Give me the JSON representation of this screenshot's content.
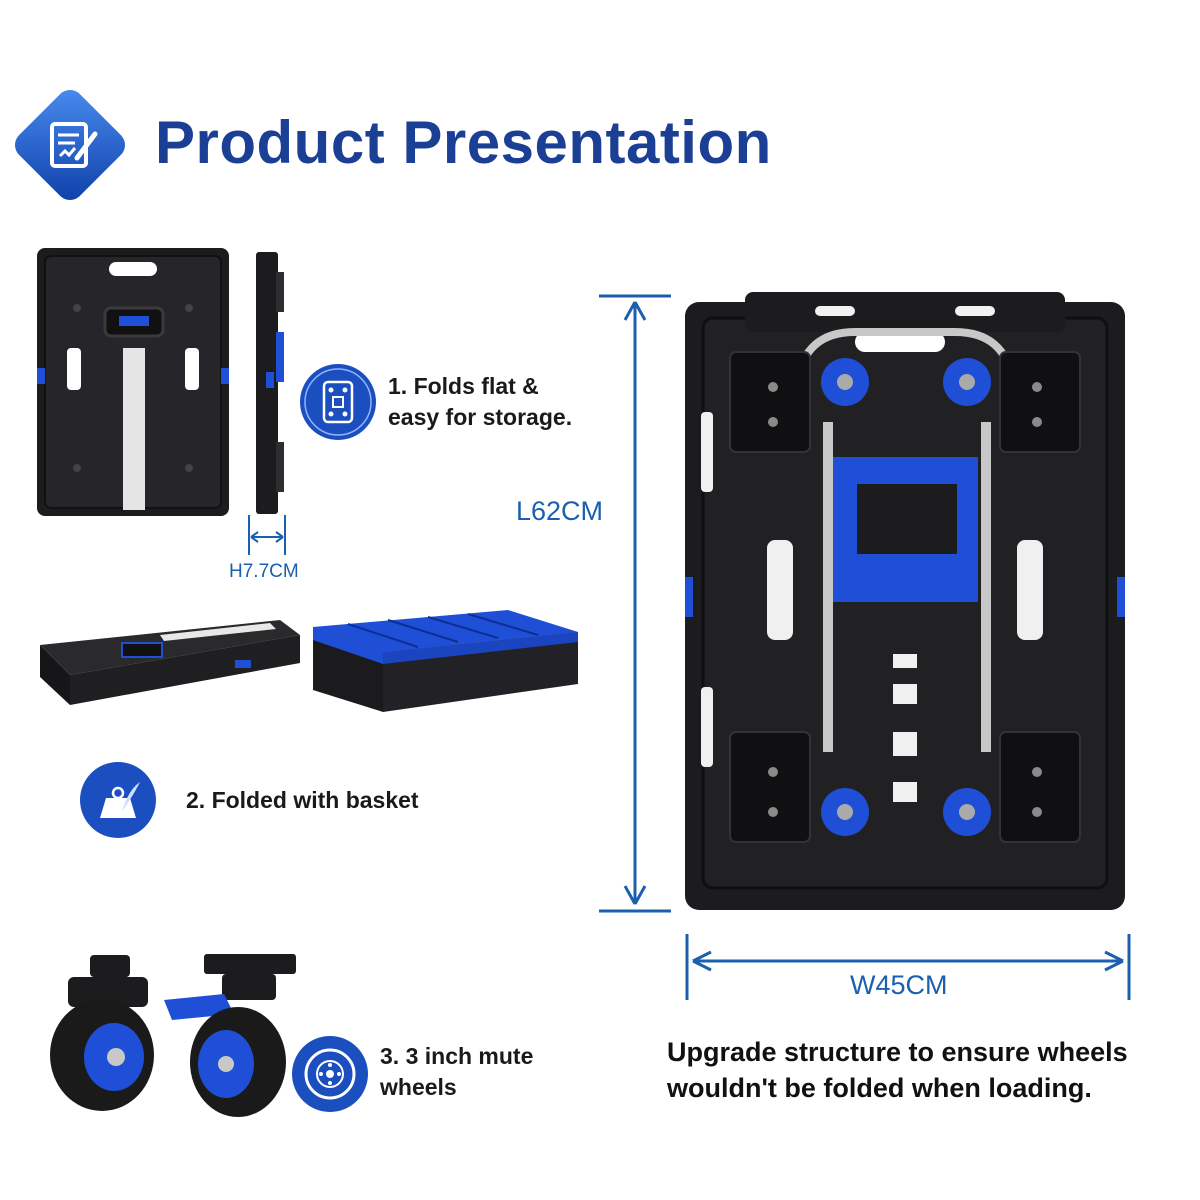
{
  "header": {
    "title": "Product Presentation",
    "icon": "document-pen-icon"
  },
  "dimensions": {
    "height": "H7.7CM",
    "length": "L62CM",
    "width": "W45CM"
  },
  "features": [
    {
      "line1": "1. Folds flat &",
      "line2": "easy for storage.",
      "icon": "folded-board-icon"
    },
    {
      "line1": "2. Folded with basket",
      "icon": "weight-feather-icon"
    },
    {
      "line1": "3. 3 inch mute",
      "line2": "wheels",
      "icon": "wheel-icon"
    }
  ],
  "caption": {
    "line1": "Upgrade structure to ensure wheels",
    "line2": "wouldn't be folded when loading."
  },
  "colors": {
    "brand_blue": "#1b3f94",
    "accent_blue": "#1f4fd6",
    "dimension_blue": "#1b5fae",
    "body_black": "#1c1c1e"
  }
}
